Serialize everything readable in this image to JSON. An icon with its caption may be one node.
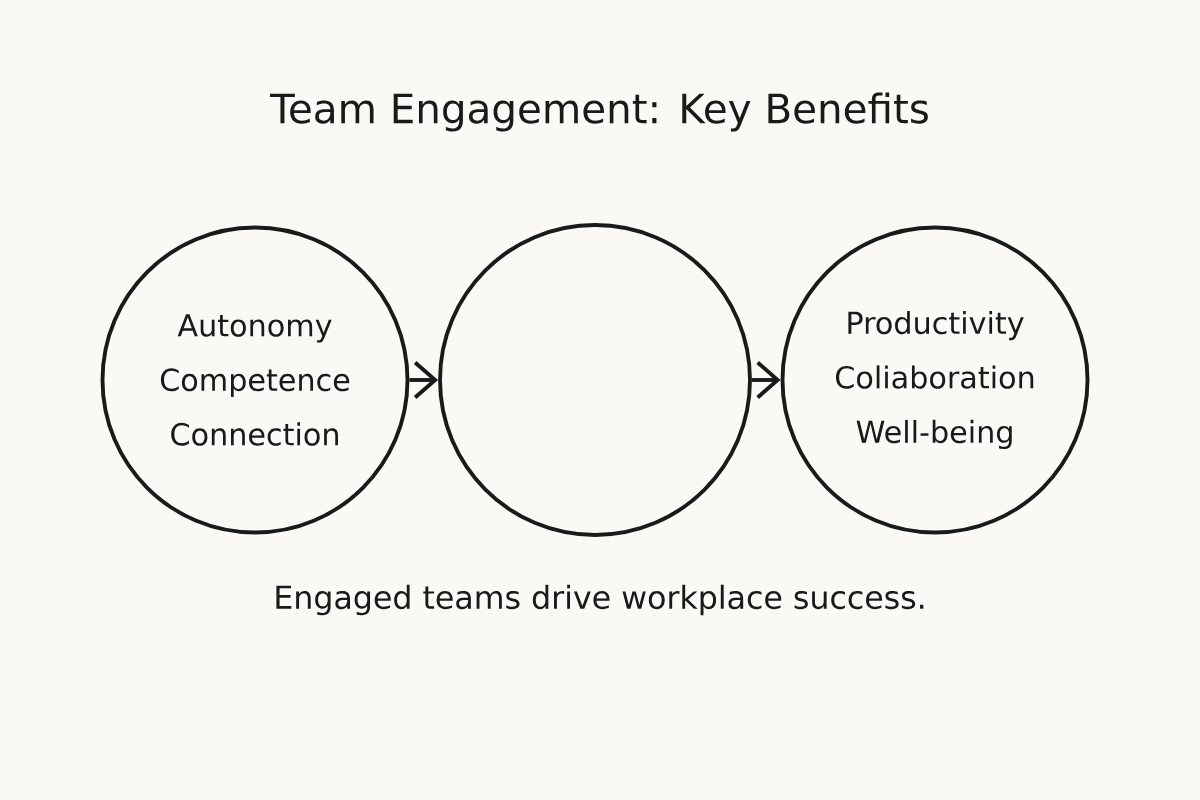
{
  "diagram": {
    "title": "Team Engagement: Key Benefits",
    "caption": "Engaged teams drive workplace success.",
    "nodes": [
      {
        "text": [
          "Autonomy",
          "Competence",
          "Connection"
        ]
      },
      {
        "text": [],
        "shape": "circle"
      },
      {
        "text": [
          "Productivity",
          "Coliaboration",
          "Well-being"
        ]
      }
    ],
    "edges": [
      {
        "from": 0,
        "to": 1,
        "arrow": "to"
      },
      {
        "from": 1,
        "to": 2,
        "arrow": "to"
      }
    ]
  }
}
